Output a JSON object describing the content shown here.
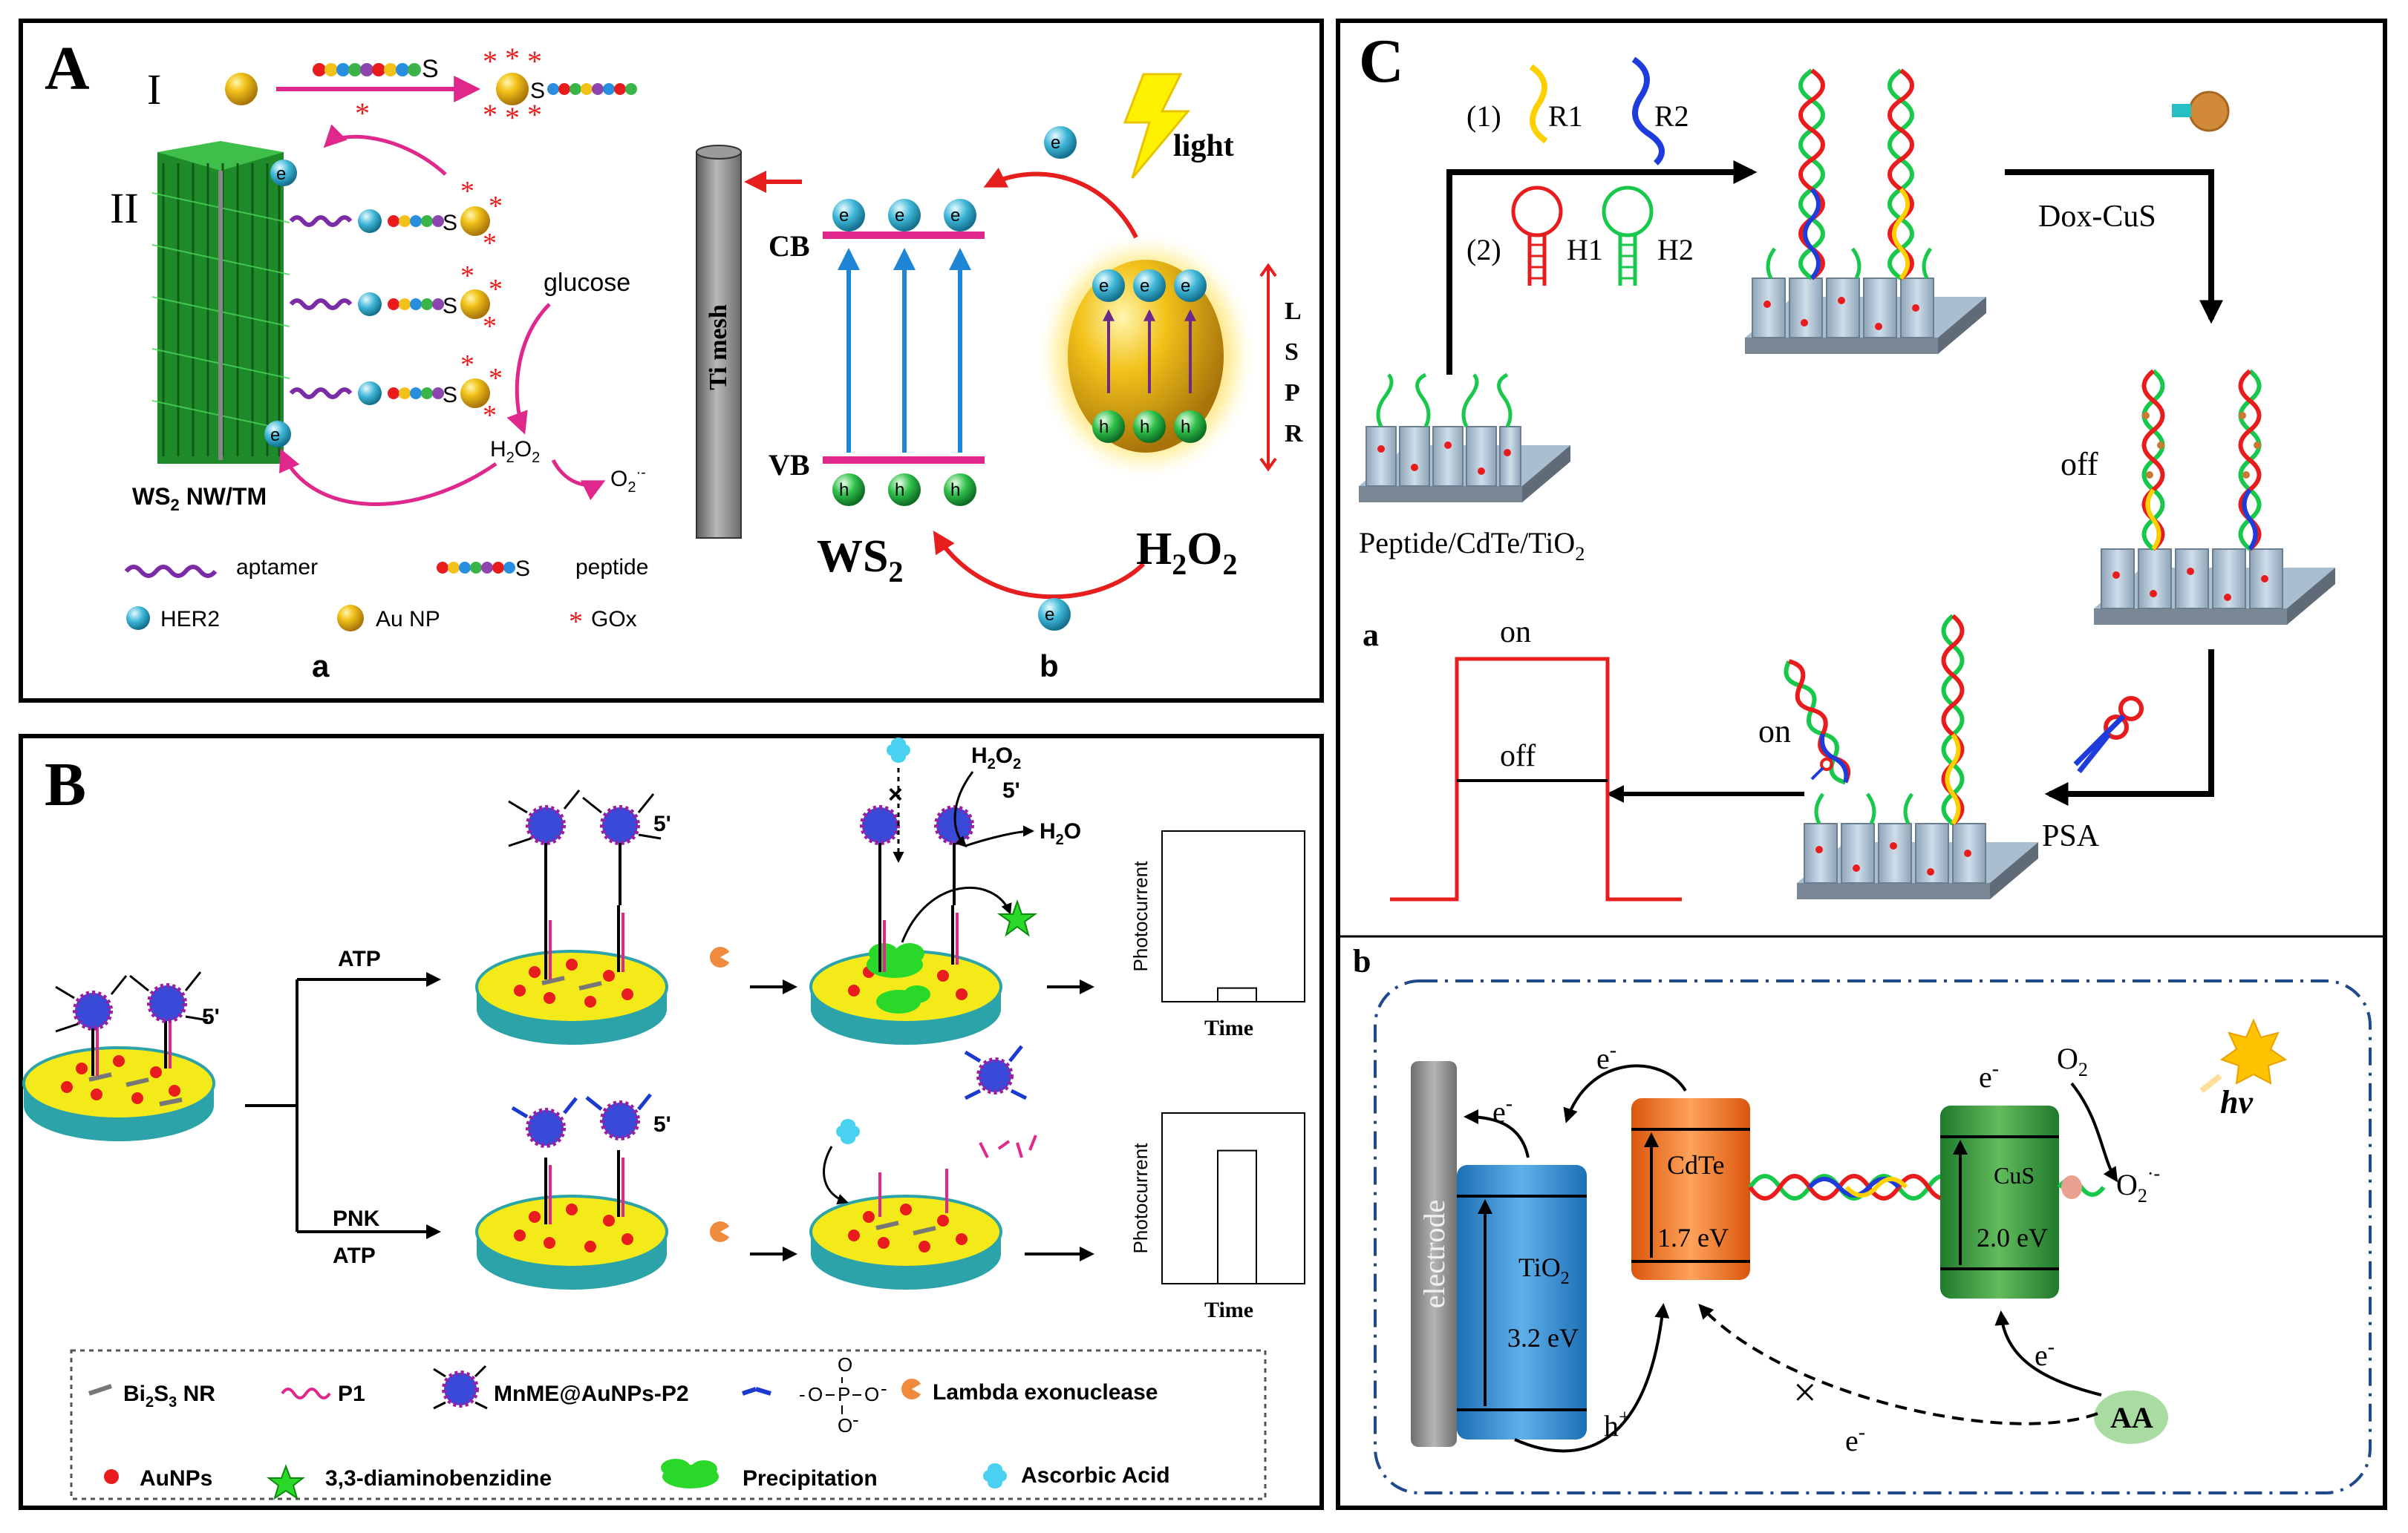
{
  "panelA": {
    "letter": "A",
    "row1": "I",
    "row2": "II",
    "star": "*",
    "s": "S",
    "electron": "e",
    "electron_sup": "-",
    "hole": "h",
    "hole_sup": "+",
    "glucose": "glucose",
    "h2o2_small": "H",
    "h2o2_sub2": "2",
    "h2o2_o": "O",
    "superoxide": "O",
    "superoxide_sub": "2",
    "superoxide_sup": "·-",
    "ws2_nw": "WS",
    "ws2_nw_sub": "2",
    "ws2_nw_rest": " NW/TM",
    "legend": {
      "aptamer": "aptamer",
      "peptide": "peptide",
      "her2": "HER2",
      "au_np": "Au NP",
      "gox": "GOx"
    },
    "sub_a": "a",
    "sub_b": "b",
    "ti_mesh": "Ti mesh",
    "cb": "CB",
    "vb": "VB",
    "light": "light",
    "lspr": [
      "L",
      "S",
      "P",
      "R"
    ],
    "ws2_big": "WS",
    "ws2_big_sub": "2",
    "h2o2_big": "H",
    "h2o2_big_sub": "2",
    "h2o2_big_o": "O",
    "h2o2_big_sub2": "2"
  },
  "panelB": {
    "letter": "B",
    "five_prime": "5'",
    "atp": "ATP",
    "pnk": "PNK",
    "h2o2": "H",
    "h2o2_sub": "2",
    "h2o2_o": "O",
    "h2o2_sub2": "2",
    "h2o": "H",
    "h2o_sub": "2",
    "h2o_o": "O",
    "photocurrent": "Photocurrent",
    "time": "Time",
    "legend": {
      "bi2s3": "Bi",
      "bi2s3_sub1": "2",
      "bi2s3_s": "S",
      "bi2s3_sub2": "3",
      "bi2s3_rest": " NR",
      "p1": "P1",
      "mnme": "MnME@AuNPs-P2",
      "phosphate_o": "O",
      "phosphate_p": "P",
      "phosphate_minus": "-",
      "lambda": "Lambda exonuclease",
      "aunps": "AuNPs",
      "dab": "3,3-diaminobenzidine",
      "precip": "Precipitation",
      "aa": "Ascorbic Acid"
    },
    "chart_data": [
      {
        "type": "bar",
        "categories": [
          "ATP"
        ],
        "values": [
          0.08
        ],
        "xlabel": "Time",
        "ylabel": "Photocurrent"
      },
      {
        "type": "bar",
        "categories": [
          "PNK ATP"
        ],
        "values": [
          0.78
        ],
        "xlabel": "Time",
        "ylabel": "Photocurrent"
      }
    ]
  },
  "panelC": {
    "letter": "C",
    "step1": "(1)",
    "r1": "R1",
    "r2": "R2",
    "step2": "(2)",
    "h1": "H1",
    "h2": "H2",
    "dox_cus": "Dox-CuS",
    "off": "off",
    "on": "on",
    "psa": "PSA",
    "peptide_label": "Peptide/CdTe/TiO",
    "peptide_sub": "2",
    "sub_a": "a",
    "sub_b": "b",
    "signal_on": "on",
    "signal_off": "off",
    "electrode": "electrode",
    "tio2": "TiO",
    "tio2_sub": "2",
    "tio2_ev": "3.2 eV",
    "cdte": "CdTe",
    "cdte_ev": "1.7 eV",
    "cus": "CuS",
    "cus_ev": "2.0 eV",
    "e": "e",
    "minus": "-",
    "h": "h",
    "plus": "+",
    "o2": "O",
    "o2_sub": "2",
    "o2_rad_sup": "·-",
    "hv": "hν",
    "aa": "AA"
  }
}
